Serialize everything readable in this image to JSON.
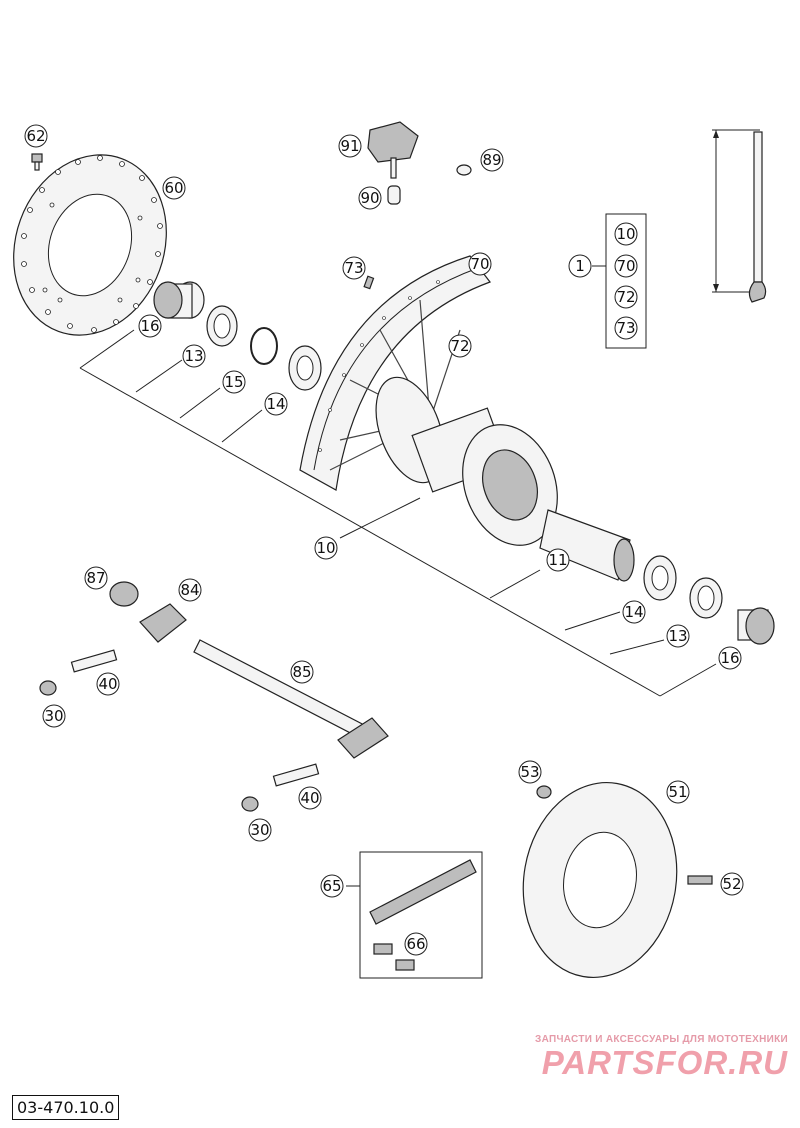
{
  "diagram_code": "03-470.10.0",
  "watermark": {
    "tagline": "ЗАПЧАСТИ И АКСЕССУАРЫ ДЛЯ МОТОТЕХНИКИ",
    "brand": "PARTSFOR.RU"
  },
  "callouts": {
    "c62": "62",
    "c60": "60",
    "c91": "91",
    "c89": "89",
    "c90": "90",
    "c73a": "73",
    "c70a": "70",
    "c16a": "16",
    "c13a": "13",
    "c15": "15",
    "c14a": "14",
    "c72a": "72",
    "c10a": "10",
    "c11": "11",
    "c14b": "14",
    "c13b": "13",
    "c16b": "16",
    "c87": "87",
    "c84": "84",
    "c85": "85",
    "c40a": "40",
    "c30a": "30",
    "c40b": "40",
    "c30b": "30",
    "c53": "53",
    "c51": "51",
    "c52": "52",
    "c65": "65",
    "c66": "66"
  },
  "kit": {
    "main": "1",
    "items": [
      "10",
      "70",
      "72",
      "73"
    ]
  }
}
